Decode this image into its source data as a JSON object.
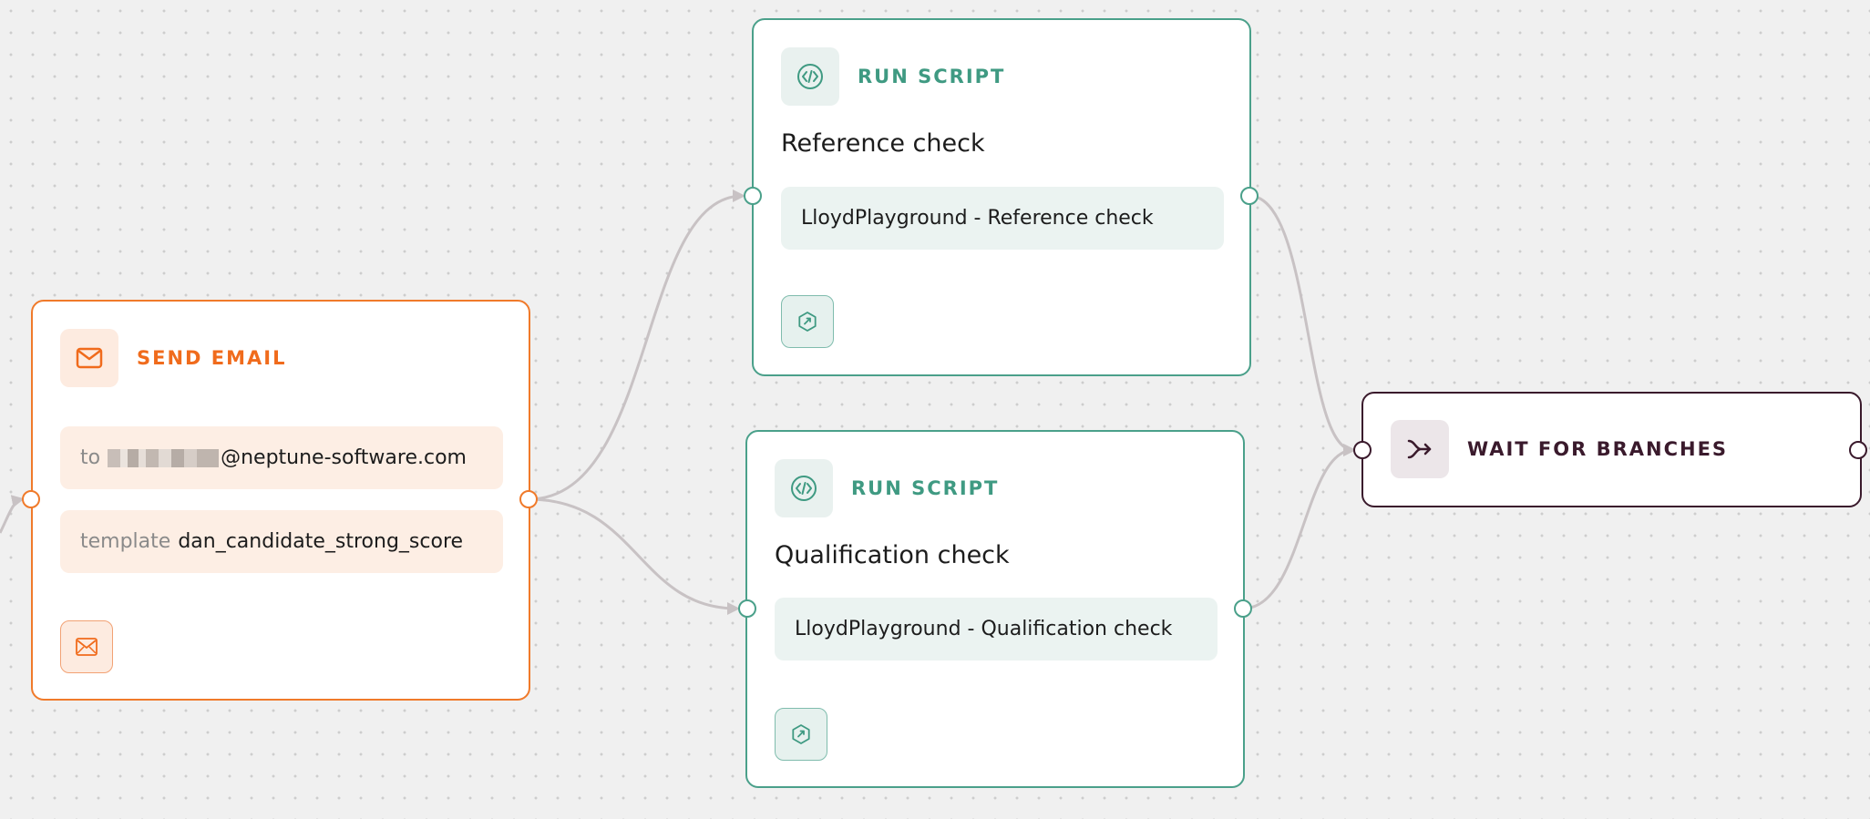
{
  "nodes": {
    "send_email": {
      "type_label": "SEND EMAIL",
      "icon": "mail-icon",
      "fields": {
        "to_key": "to",
        "to_value": "@neptune-software.com",
        "template_key": "template",
        "template_value": "dan_candidate_strong_score"
      },
      "action_icon": "email-template-icon"
    },
    "run_script_reference": {
      "type_label": "RUN SCRIPT",
      "icon": "code-icon",
      "title": "Reference check",
      "script": "LloydPlayground - Reference check",
      "action_icon": "script-settings-icon"
    },
    "run_script_qualification": {
      "type_label": "RUN SCRIPT",
      "icon": "code-icon",
      "title": "Qualification check",
      "script": "LloydPlayground - Qualification check",
      "action_icon": "script-settings-icon"
    },
    "wait_for_branches": {
      "type_label": "WAIT FOR BRANCHES",
      "icon": "merge-icon"
    }
  },
  "colors": {
    "email_accent": "#f07a2a",
    "script_accent": "#4aa08a",
    "wait_accent": "#3a1a2c",
    "edge": "#c8c2c4",
    "canvas": "#f0f0f0"
  }
}
